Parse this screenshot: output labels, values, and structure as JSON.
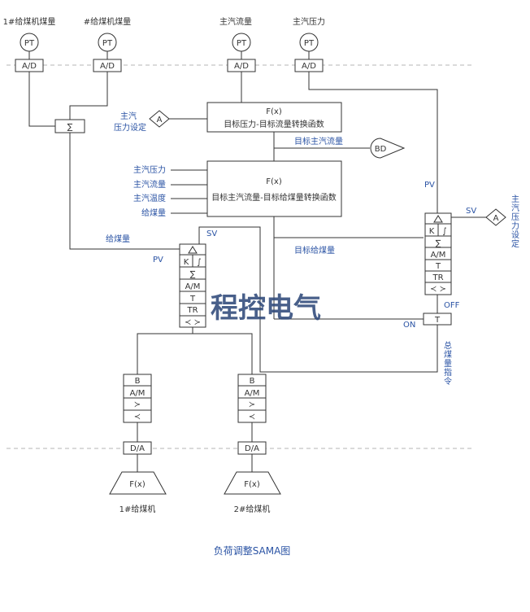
{
  "colors": {
    "line": "#333333",
    "label_blue": "#2a53a4",
    "dash": "#b5b5b5",
    "watermark": "#2f4a7a"
  },
  "inputs": {
    "coal_feeder_1_flow": "1#给煤机煤量",
    "coal_feeder_2_flow": "#给煤机煤量",
    "main_steam_flow": "主汽流量",
    "main_steam_pressure": "主汽压力"
  },
  "pt_label": "PT",
  "ad_label": "A/D",
  "da_label": "D/A",
  "sum_symbol": "∑",
  "fx_label": "F(x)",
  "func1_name": "目标压力-目标流量转换函数",
  "func2_name": "目标主汽流量-目标给煤量转换函数",
  "pressure_setpoint_line1": "主汽",
  "pressure_setpoint_line2": "压力设定",
  "pressure_setpoint_vertical": "主汽压力设定",
  "target_steam_flow": "目标主汽流量",
  "bd_label": "BD",
  "func2_inputs": [
    "主汽压力",
    "主汽流量",
    "主汽温度",
    "给煤量"
  ],
  "coal_flow_label": "给煤量",
  "target_coal_label": "目标给煤量",
  "pv_label": "PV",
  "sv_label": "SV",
  "off_label": "OFF",
  "on_label": "ON",
  "total_coal_cmd": "总煤量指令",
  "pid_rows": {
    "delta": "△",
    "k": "K",
    "integral": "∫",
    "sum": "∑",
    "am": "A/M",
    "t": "T",
    "tr": "TR",
    "io": "≺ ≻"
  },
  "bias_rows": {
    "b": "B",
    "am": "A/M",
    "up": "≻",
    "down": "≺"
  },
  "a_symbol": "A",
  "t_label": "T",
  "feeder1_name": "1#给煤机",
  "feeder2_name": "2#给煤机",
  "watermark": "程控电气",
  "caption": "负荷调整SAMA图"
}
